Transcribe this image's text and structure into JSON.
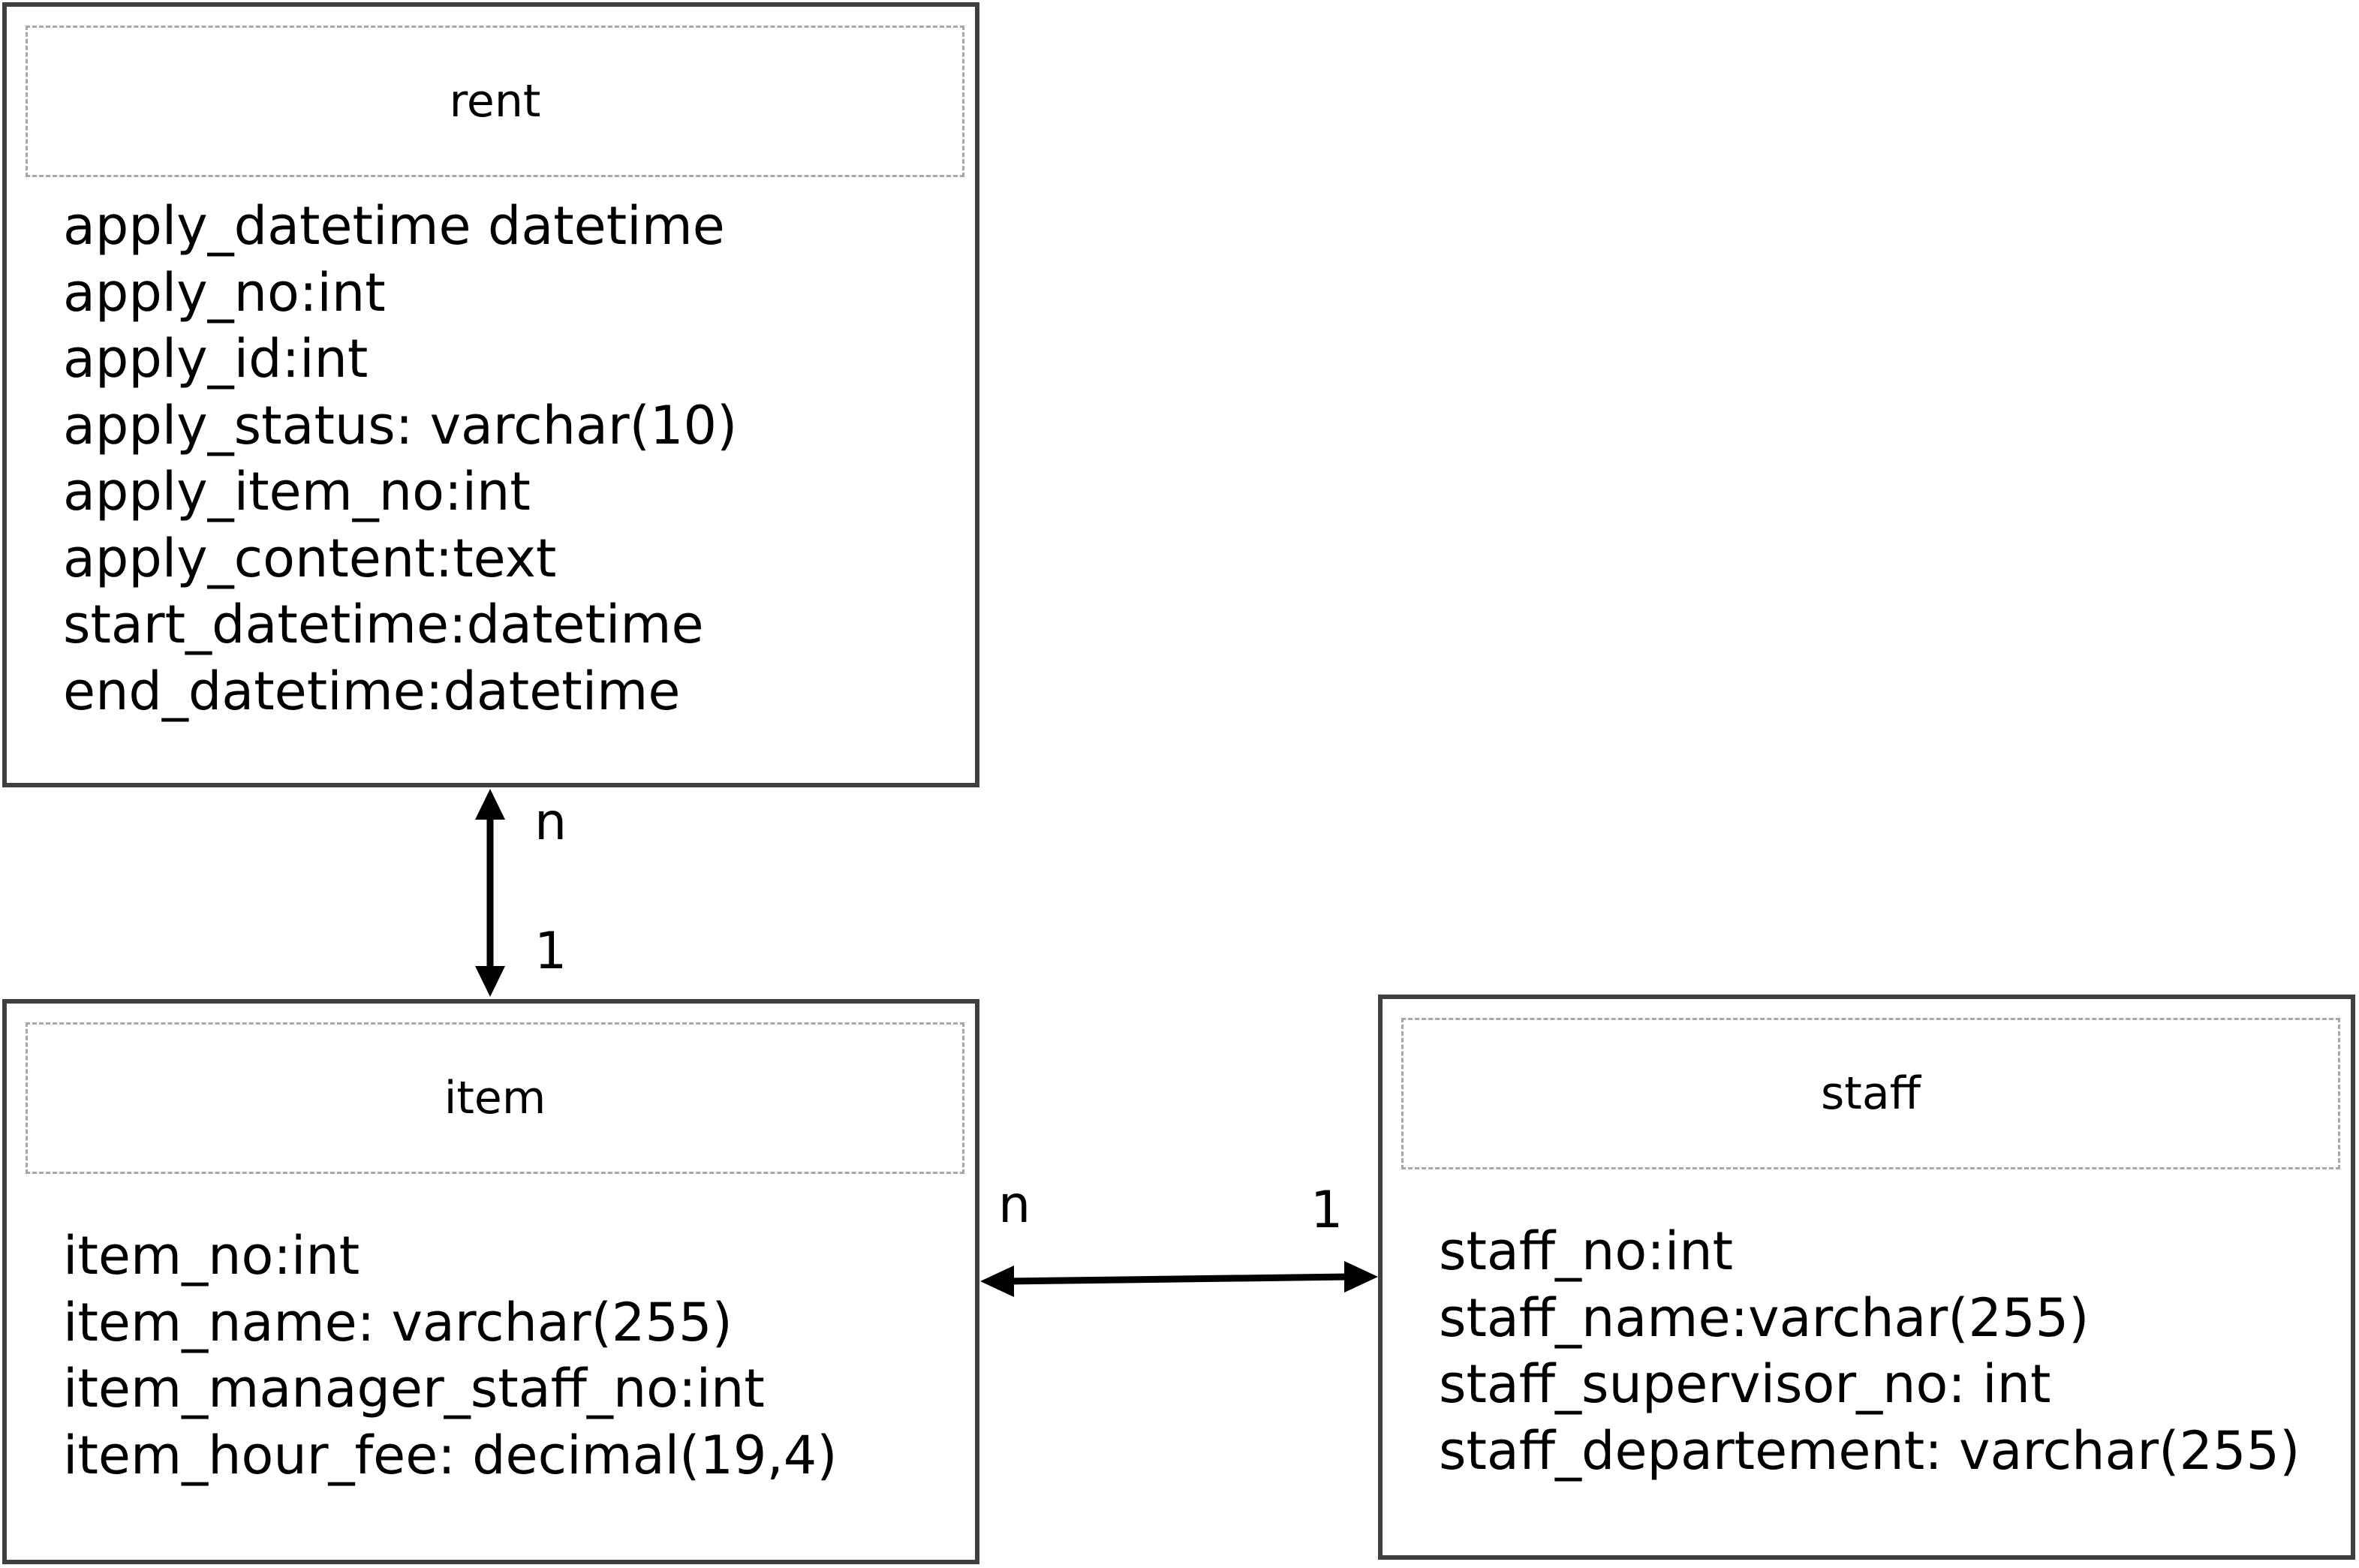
{
  "entities": {
    "rent": {
      "name": "rent",
      "attributes": [
        "apply_datetime datetime",
        "apply_no:int",
        "apply_id:int",
        "apply_status: varchar(10)",
        "apply_item_no:int",
        "apply_content:text",
        "start_datetime:datetime",
        "end_datetime:datetime"
      ]
    },
    "item": {
      "name": "item",
      "attributes": [
        "item_no:int",
        "item_name: varchar(255)",
        "item_manager_staff_no:int",
        "item_hour_fee: decimal(19,4)"
      ]
    },
    "staff": {
      "name": "staff",
      "attributes": [
        "staff_no:int",
        "staff_name:varchar(255)",
        "staff_supervisor_no: int",
        "staff_departement: varchar(255)"
      ]
    }
  },
  "relationships": {
    "rent_item": {
      "from": "rent",
      "to": "item",
      "from_cardinality": "n",
      "to_cardinality": "1"
    },
    "item_staff": {
      "from": "item",
      "to": "staff",
      "from_cardinality": "n",
      "to_cardinality": "1"
    }
  },
  "colors": {
    "border": "#3f3f3f",
    "header_dash": "#a8a8a8",
    "connector": "#000000",
    "background": "#ffffff"
  }
}
